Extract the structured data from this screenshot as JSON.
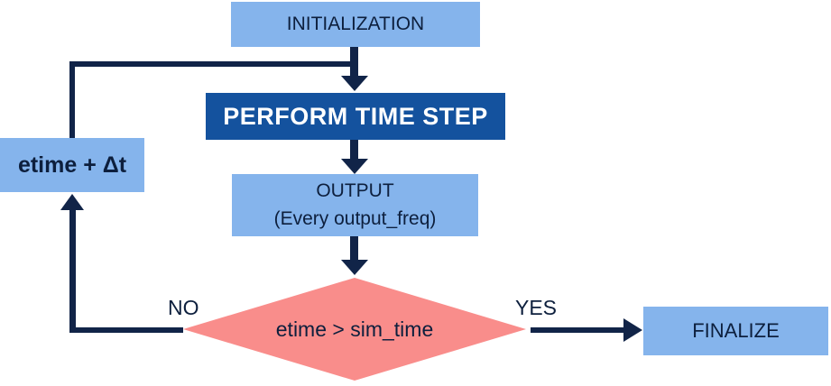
{
  "diagram": {
    "title": "simulation time loop flowchart",
    "colors": {
      "light_blue": "#85b4ec",
      "dark_blue": "#14529e",
      "navy": "#112448",
      "pink": "#f98d8b",
      "text_dark": "#0d1f3d",
      "text_light": "#ffffff"
    },
    "nodes": {
      "initialization": {
        "label": "INITIALIZATION"
      },
      "perform_time_step": {
        "label": "PERFORM TIME STEP"
      },
      "output": {
        "label": "OUTPUT",
        "sublabel": "(Every output_freq)"
      },
      "decision": {
        "label": "etime > sim_time"
      },
      "increment": {
        "label": "etime + Δt"
      },
      "finalize": {
        "label": "FINALIZE"
      }
    },
    "edges": {
      "no_label": "NO",
      "yes_label": "YES"
    }
  }
}
